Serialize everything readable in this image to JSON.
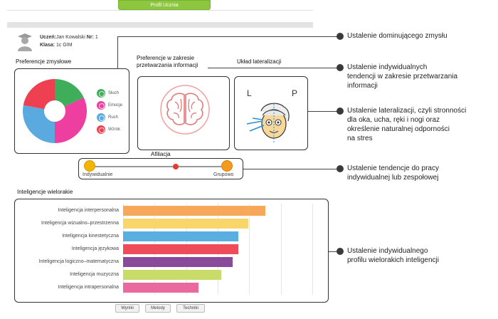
{
  "header": {
    "profile_button": "Profil Ucznia"
  },
  "student": {
    "name_label": "Uczeń:",
    "name_value": "Jan Kowalski",
    "nr_label": "Nr:",
    "nr_value": "1",
    "class_label": "Klasa:",
    "class_value": "1c GIM"
  },
  "sensory": {
    "title": "Preferencje zmysłowe",
    "items": [
      {
        "label": "Słuch",
        "color": "#3fae5a",
        "share": 0.18
      },
      {
        "label": "Emocje",
        "color": "#ee3fa0",
        "share": 0.32
      },
      {
        "label": "Ruch",
        "color": "#5aaae0",
        "share": 0.28
      },
      {
        "label": "Wzrok",
        "color": "#ee4050",
        "share": 0.22
      }
    ]
  },
  "processing": {
    "title_line1": "Preferencje w zakresie",
    "title_line2": "przetwarzania informacji",
    "icon": "brain-icon"
  },
  "lateralization": {
    "title": "Układ lateralizacji",
    "letter_left": "L",
    "letter_right": "P",
    "icon": "face-lateralization-icon"
  },
  "affiliation": {
    "title": "Afiliacja",
    "left_label": "Indywidualnie",
    "right_label": "Grupowo"
  },
  "chart_data": {
    "type": "bar",
    "title": "Inteligencje wielorakie",
    "orientation": "horizontal",
    "categories": [
      "Inteligencja interpersonalna",
      "Inteligencja wizualno–przestrzenna",
      "Inteligencja kinestetyczna",
      "Inteligencja językowa",
      "Inteligencja logiczno–matematyczna",
      "Inteligencja muzyczna",
      "Inteligencja intrapersonalna"
    ],
    "values": [
      0.75,
      0.66,
      0.61,
      0.61,
      0.58,
      0.52,
      0.4
    ],
    "colors": [
      "#f7a85a",
      "#f8d66a",
      "#5aaee0",
      "#ee4c58",
      "#8a4a9a",
      "#c8dc6a",
      "#ea6aa0"
    ],
    "xlim": [
      0,
      1
    ],
    "grid": true
  },
  "footer": {
    "buttons": [
      "Wyniki",
      "Metody",
      "Techniki"
    ]
  },
  "callouts": [
    {
      "lines": [
        "Ustalenie dominującego zmysłu"
      ]
    },
    {
      "lines": [
        "Ustalenie indywidualnych",
        "tendencji w zakresie przetwarzania",
        "informacji"
      ]
    },
    {
      "lines": [
        "Ustalenie lateralizacji, czyli stronności",
        "dla oka, ucha, ręki i nogi oraz",
        "określenie naturalnej odporności",
        "na stres"
      ]
    },
    {
      "lines": [
        "Ustalenie tendencje do pracy",
        "indywidualnej lub zespołowej"
      ]
    },
    {
      "lines": [
        "Ustalenie indywidualnego",
        "profilu wielorakich inteligencji"
      ]
    }
  ]
}
